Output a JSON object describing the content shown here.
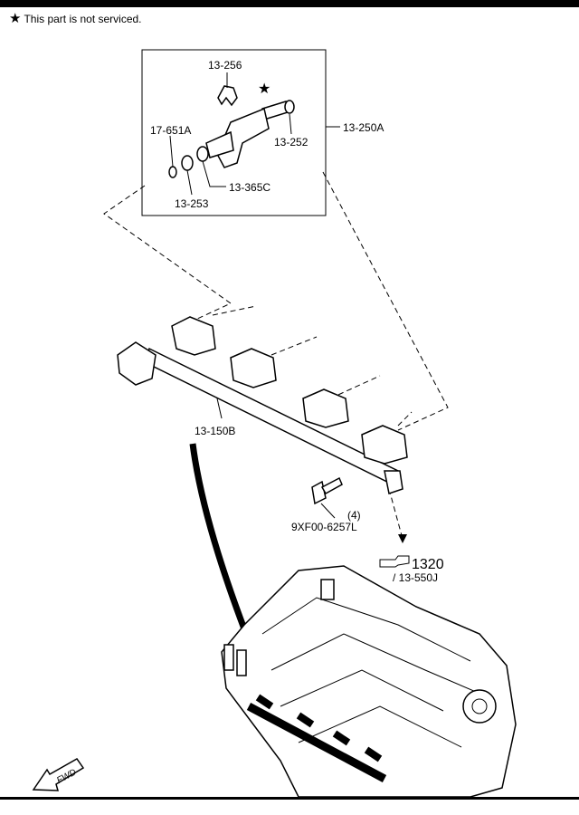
{
  "header": {
    "note_icon": "star-icon",
    "note_text": "This part is not serviced."
  },
  "callouts": {
    "c13256": "13-256",
    "c17651a": "17-651A",
    "c13252": "13-252",
    "c13250a": "13-250A",
    "c13365c": "13-365C",
    "c13253": "13-253",
    "c13150b": "13-150B",
    "qty": "(4)",
    "bolt": "9XF00-6257L",
    "ref_main": "1320",
    "ref_sub": "/ 13-550J",
    "fwd": "FWD"
  },
  "icons": {
    "not_serviced": "star-icon",
    "reference": "pointing-hand-icon",
    "forward": "forward-arrow-icon"
  }
}
